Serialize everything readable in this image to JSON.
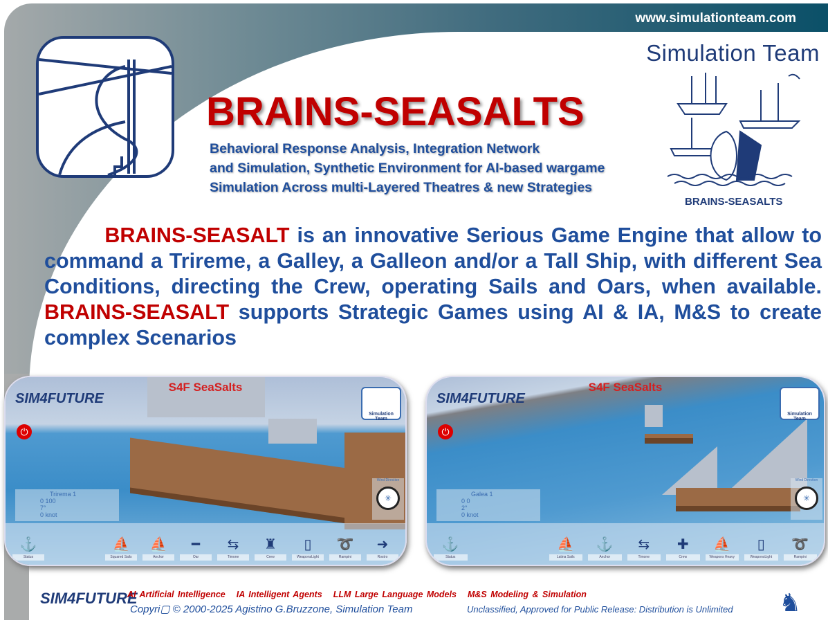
{
  "header": {
    "url": "www.simulationteam.com",
    "brand": "Simulation Team",
    "title": "BRAINS-SEASALTS",
    "subtitle": [
      "Behavioral Response Analysis, Integration Network",
      "and Simulation,  Synthetic Environment for AI-based wargame",
      "Simulation Across multi-Layered Theatres & new Strategies"
    ],
    "emblem_label": "BRAINS-SEASALTS"
  },
  "body": {
    "name1": "BRAINS-SEASALT",
    "text1": " is  an innovative Serious Game Engine that allow to  command a Trireme, a Galley, a Galleon and/or a Tall Ship, with different Sea Conditions, directing the Crew, operating Sails and Oars, when available. ",
    "name2": "BRAINS-SEASALT",
    "text2": " supports Strategic Games using AI & IA, M&S to create complex Scenarios"
  },
  "shots": [
    {
      "title": "S4F SeaSalts",
      "logo": "SIM4FUTURE",
      "st": "Simulation Team",
      "ship": "Trirema 1",
      "v1": "0 100",
      "v2": "7°",
      "v3": "0 knot",
      "wind": "Wind Direction",
      "tools": [
        "Status",
        "Squared Sails",
        "Anchor",
        "Oar",
        "Timone",
        "Crew",
        "WeaponsLight",
        "Rampini",
        "Rostro"
      ]
    },
    {
      "title": "S4F SeaSalts",
      "logo": "SIM4FUTURE",
      "st": "Simulation Team",
      "ship": "Galea 1",
      "v1": "0 0",
      "v2": "2°",
      "v3": "0 knot",
      "wind": "Wind Direction",
      "tools": [
        "Status",
        "Latina Sails",
        "Anchor",
        "Timone",
        "Crew",
        "Weapons Heavy",
        "WeaponsLight",
        "Rampini"
      ]
    }
  ],
  "footer": {
    "defs": [
      "AI Artificial Intelligence",
      "IA Intelligent Agents",
      "LLM Large Language Models",
      "M&S Modeling & Simulation"
    ],
    "copyright": "Copyri▢ © 2000-2025 Agistino G.Bruzzone, Simulation Team",
    "release": "Unclassified, Approved for Public Release: Distribution is Unlimited",
    "logo": "SIM4FUTURE"
  }
}
